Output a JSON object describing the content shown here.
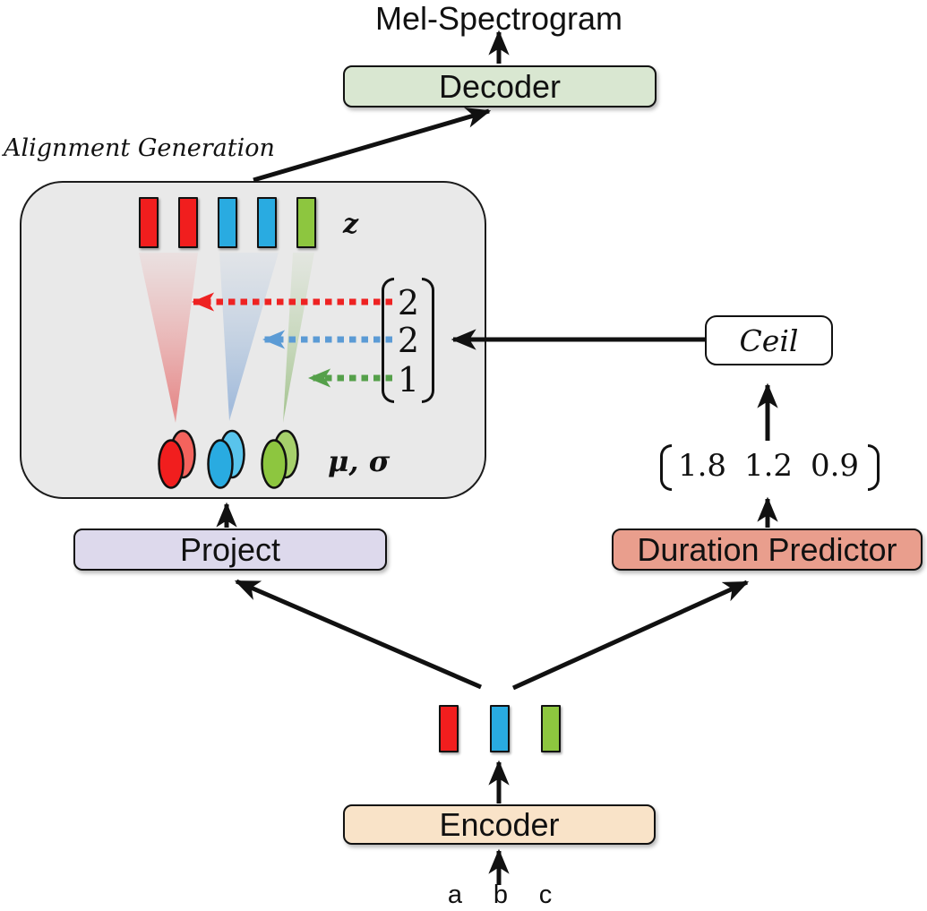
{
  "diagram": {
    "output_label": "Mel-Spectrogram",
    "alignment_panel": {
      "label": "Alignment Generation",
      "z_label": "z",
      "mu_sigma_label": "μ, σ",
      "z_tokens": [
        "red",
        "red",
        "blue",
        "blue",
        "green"
      ],
      "ceil_output_vector": [
        "2",
        "2",
        "1"
      ]
    },
    "ceil_label": "Ceil",
    "duration_vector": [
      "1.8",
      "1.2",
      "0.9"
    ],
    "boxes": {
      "decoder": "Decoder",
      "project": "Project",
      "duration_predictor": "Duration Predictor",
      "encoder": "Encoder"
    },
    "encoder_tokens": [
      "red",
      "blue",
      "green"
    ],
    "input_tokens": [
      "a",
      "b",
      "c"
    ],
    "colors": {
      "token_red": "#f11e1e",
      "token_blue": "#29abe1",
      "token_green": "#8dc63f",
      "dash_red": "#ee2222",
      "dash_blue": "#5b9bd5",
      "dash_green": "#55a04a",
      "decoder_fill": "#d9e7d1",
      "project_fill": "#ddd9ec",
      "duration_predictor_fill": "#e99e8d",
      "encoder_fill": "#f9e3c8",
      "panel_fill": "#e9e9e9",
      "ceil_fill": "#ffffff",
      "arrow_black": "#111111"
    }
  }
}
